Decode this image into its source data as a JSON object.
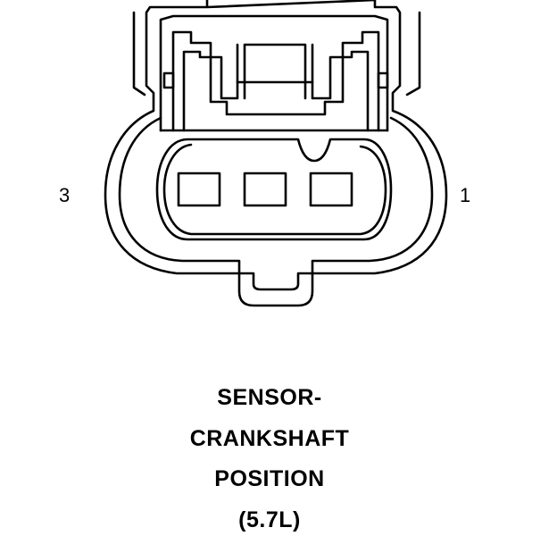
{
  "pins": {
    "left": "3",
    "right": "1"
  },
  "caption": {
    "lines": [
      "SENSOR-",
      "CRANKSHAFT",
      "POSITION",
      "(5.7L)"
    ]
  },
  "colors": {
    "stroke": "#000000",
    "background": "#ffffff"
  }
}
